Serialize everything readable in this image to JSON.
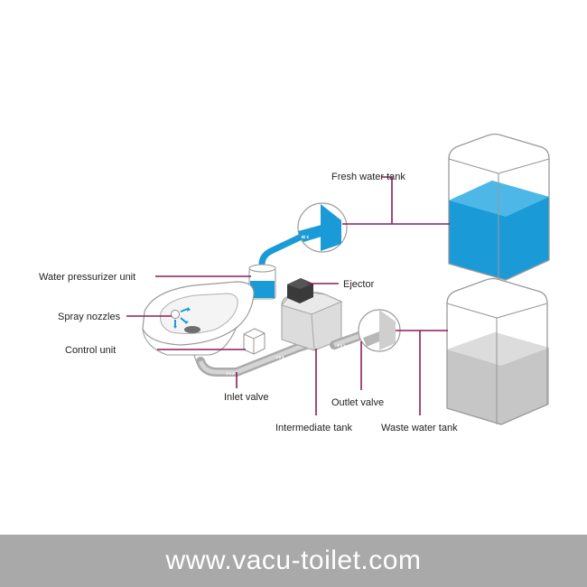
{
  "labels": {
    "fresh_water_tank": "Fresh water tank",
    "water_pressurizer_unit": "Water pressurizer unit",
    "ejector": "Ejector",
    "spray_nozzles": "Spray nozzles",
    "control_unit": "Control unit",
    "inlet_valve": "Inlet valve",
    "outlet_valve": "Outlet valve",
    "intermediate_tank": "Intermediate tank",
    "waste_water_tank": "Waste water tank"
  },
  "footer": {
    "url": "www.vacu-toilet.com"
  },
  "colors": {
    "water_blue": "#1a9ad6",
    "leader_line": "#8a1e5c",
    "outline": "#9a9a9a",
    "pipe_grey": "#bdbdbd",
    "waste_grey": "#c9c9c9",
    "footer_bg": "#a9a9a9"
  },
  "icons": [
    "flow-arrow-icon"
  ]
}
